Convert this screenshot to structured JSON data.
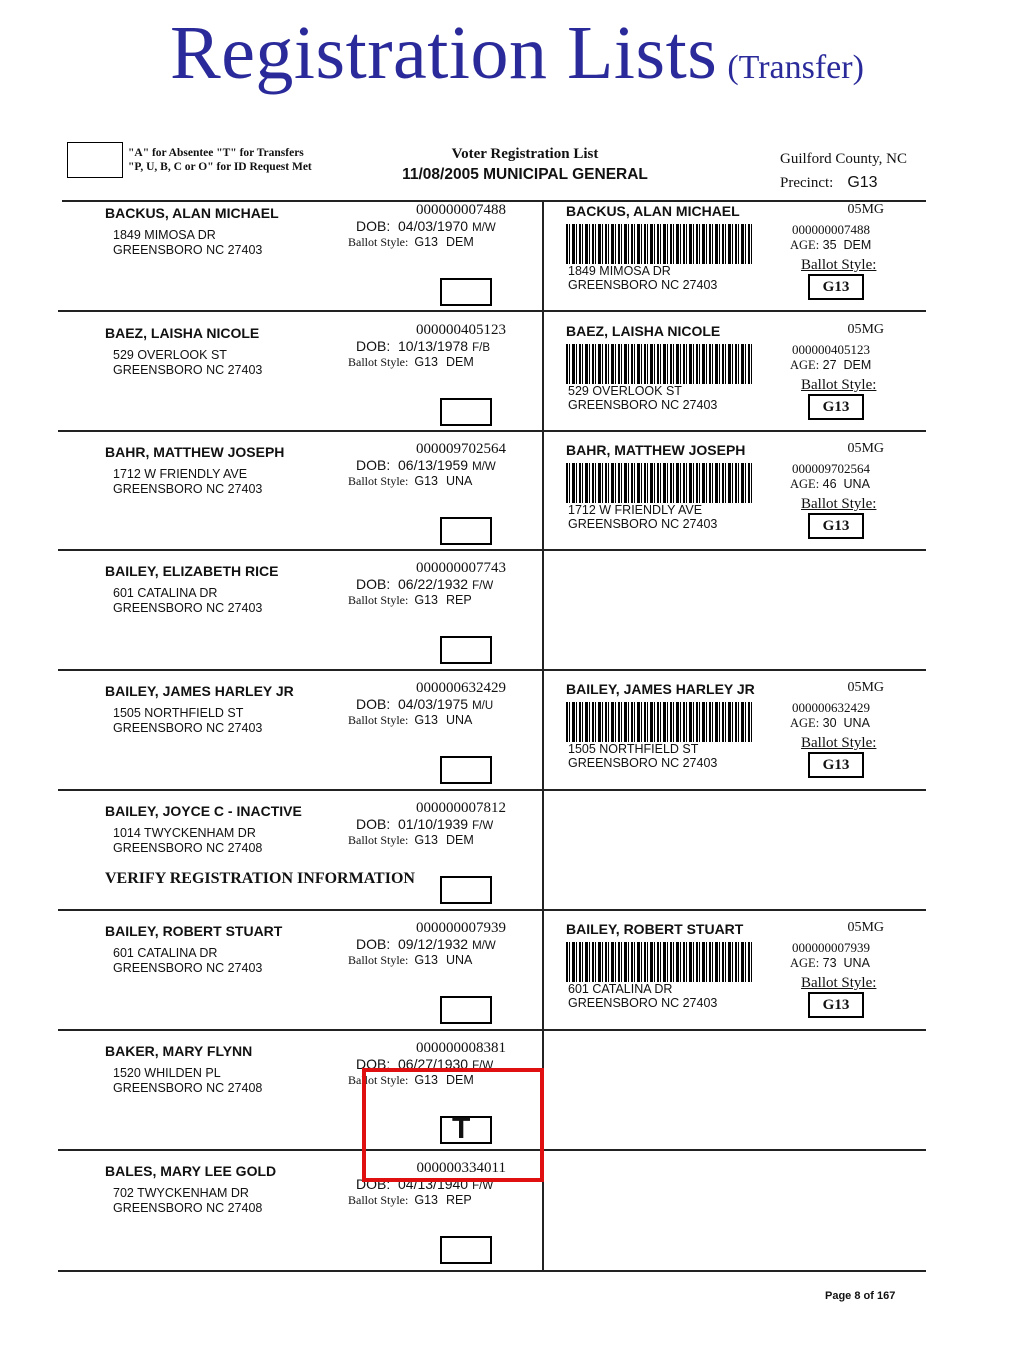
{
  "title": {
    "main": "Registration Lists",
    "sub": "(Transfer)"
  },
  "header": {
    "legend_line1": "\"A\" for Absentee     \"T\" for Transfers",
    "legend_line2": "\"P, U, B, C or O\" for ID  Request Met",
    "list_title": "Voter Registration List",
    "election": "11/08/2005 MUNICIPAL GENERAL",
    "county": "Guilford County, NC",
    "precinct_label": "Precinct:",
    "precinct_value": "G13"
  },
  "labels": {
    "dob": "DOB:",
    "ballot_style": "Ballot Style:",
    "age": "AGE:",
    "ballot_style_stub": "Ballot Style:"
  },
  "records": [
    {
      "name": "BACKUS, ALAN MICHAEL",
      "addr1": "1849  MIMOSA DR",
      "addr2": "GREENSBORO NC  27403",
      "id": "000000007488",
      "dob": "04/03/1970",
      "race": "M/W",
      "style": "G13",
      "party": "DEM",
      "stub": {
        "code": "05MG",
        "age": "35",
        "party": "DEM",
        "addr1": "1849  MIMOSA DR",
        "addr2": "GREENSBORO NC  27403",
        "style": "G13"
      }
    },
    {
      "name": "BAEZ, LAISHA NICOLE",
      "addr1": "529  OVERLOOK ST",
      "addr2": "GREENSBORO NC  27403",
      "id": "000000405123",
      "dob": "10/13/1978",
      "race": "F/B",
      "style": "G13",
      "party": "DEM",
      "stub": {
        "code": "05MG",
        "age": "27",
        "party": "DEM",
        "addr1": "529  OVERLOOK ST",
        "addr2": "GREENSBORO NC  27403",
        "style": "G13"
      }
    },
    {
      "name": "BAHR, MATTHEW JOSEPH",
      "addr1": "1712  W FRIENDLY AVE",
      "addr2": "GREENSBORO NC  27403",
      "id": "000009702564",
      "dob": "06/13/1959",
      "race": "M/W",
      "style": "G13",
      "party": "UNA",
      "stub": {
        "code": "05MG",
        "age": "46",
        "party": "UNA",
        "addr1": "1712  W FRIENDLY AVE",
        "addr2": "GREENSBORO NC  27403",
        "style": "G13"
      }
    },
    {
      "name": "BAILEY, ELIZABETH RICE",
      "addr1": "601  CATALINA DR",
      "addr2": "GREENSBORO NC  27403",
      "id": "000000007743",
      "dob": "06/22/1932",
      "race": "F/W",
      "style": "G13",
      "party": "REP"
    },
    {
      "name": "BAILEY, JAMES HARLEY JR",
      "addr1": "1505  NORTHFIELD ST",
      "addr2": "GREENSBORO NC  27403",
      "id": "000000632429",
      "dob": "04/03/1975",
      "race": "M/U",
      "style": "G13",
      "party": "UNA",
      "stub": {
        "code": "05MG",
        "age": "30",
        "party": "UNA",
        "addr1": "1505  NORTHFIELD ST",
        "addr2": "GREENSBORO NC  27403",
        "style": "G13"
      }
    },
    {
      "name": "BAILEY, JOYCE C - INACTIVE",
      "addr1": "1014  TWYCKENHAM DR",
      "addr2": "GREENSBORO NC  27408",
      "id": "000000007812",
      "dob": "01/10/1939",
      "race": "F/W",
      "style": "G13",
      "party": "DEM",
      "note": "VERIFY REGISTRATION INFORMATION"
    },
    {
      "name": "BAILEY, ROBERT STUART",
      "addr1": "601  CATALINA DR",
      "addr2": "GREENSBORO NC  27403",
      "id": "000000007939",
      "dob": "09/12/1932",
      "race": "M/W",
      "style": "G13",
      "party": "UNA",
      "stub": {
        "code": "05MG",
        "age": "73",
        "party": "UNA",
        "addr1": "601  CATALINA DR",
        "addr2": "GREENSBORO NC  27403",
        "style": "G13"
      }
    },
    {
      "name": "BAKER, MARY FLYNN",
      "addr1": "1520  WHILDEN PL",
      "addr2": "GREENSBORO NC  27408",
      "id": "000000008381",
      "dob": "06/27/1930",
      "race": "F/W",
      "style": "G13",
      "party": "DEM",
      "mark": "T"
    },
    {
      "name": "BALES, MARY LEE GOLD",
      "addr1": "702  TWYCKENHAM DR",
      "addr2": "GREENSBORO NC  27408",
      "id": "000000334011",
      "dob": "04/13/1940",
      "race": "F/W",
      "style": "G13",
      "party": "REP"
    }
  ],
  "footer": {
    "page": "Page 8 of 167"
  },
  "colors": {
    "title": "#2a2a9a",
    "highlight": "#e01010"
  }
}
